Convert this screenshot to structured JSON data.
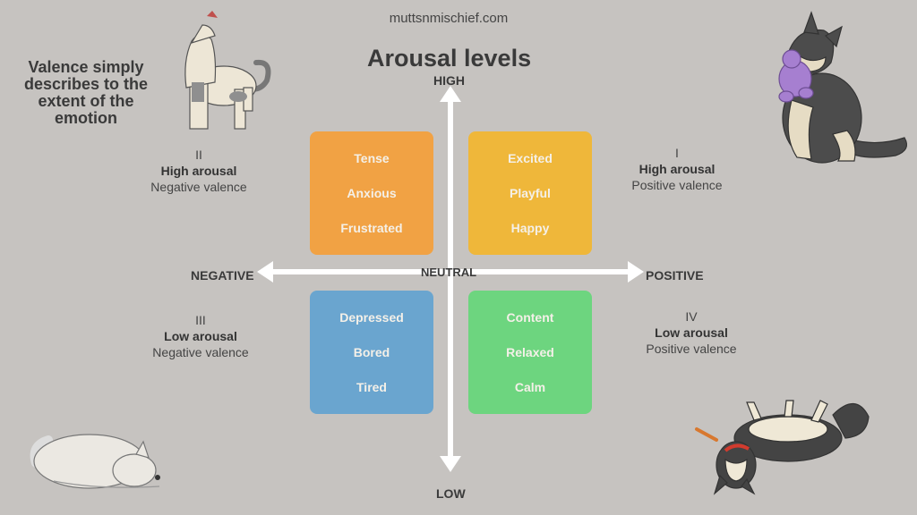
{
  "site": "muttsnmischief.com",
  "title": "Arousal levels",
  "valence_note": "Valence simply describes to the extent of the emotion",
  "axes": {
    "high": "HIGH",
    "low": "LOW",
    "negative": "NEGATIVE",
    "positive": "POSITIVE",
    "neutral": "NEUTRAL"
  },
  "quadrants": {
    "q1": {
      "numeral": "I",
      "arousal": "High arousal",
      "valence": "Positive valence"
    },
    "q2": {
      "numeral": "II",
      "arousal": "High arousal",
      "valence": "Negative valence"
    },
    "q3": {
      "numeral": "III",
      "arousal": "Low arousal",
      "valence": "Negative valence"
    },
    "q4": {
      "numeral": "IV",
      "arousal": "Low arousal",
      "valence": "Positive valence"
    }
  },
  "boxes": {
    "top_left": {
      "items": [
        "Tense",
        "Anxious",
        "Frustrated"
      ],
      "color": "#f1a244"
    },
    "top_right": {
      "items": [
        "Excited",
        "Playful",
        "Happy"
      ],
      "color": "#efb73a"
    },
    "bottom_left": {
      "items": [
        "Depressed",
        "Bored",
        "Tired"
      ],
      "color": "#6aa5cf"
    },
    "bottom_right": {
      "items": [
        "Content",
        "Relaxed",
        "Calm"
      ],
      "color": "#6dd57f"
    }
  },
  "illustrations": [
    "howling-dog",
    "sitting-dog-with-toy",
    "sleeping-dog",
    "rolling-dog-with-bone"
  ]
}
